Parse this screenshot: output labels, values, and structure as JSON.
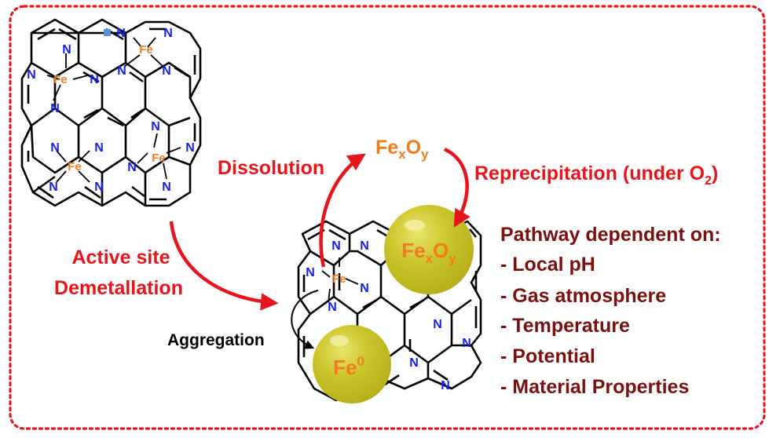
{
  "labels": {
    "dissolution": "Dissolution",
    "reprecipitation": "Reprecipitation (under O",
    "reprecipitation_sub": "2",
    "reprecipitation_close": ")",
    "active_site_1": "Active site",
    "active_site_2": "Demetallation",
    "aggregation": "Aggregation",
    "pathway_title": "Pathway dependent on:"
  },
  "species": {
    "oxide_base_fe": "Fe",
    "oxide_sub_x": "x",
    "oxide_base_o": "O",
    "oxide_sub_y": "y",
    "metal_base": "Fe",
    "metal_sup": "0"
  },
  "pathway_items": [
    "- Local pH",
    "- Gas atmosphere",
    "- Temperature",
    "- Potential",
    "- Material Properties"
  ],
  "atoms": {
    "n": "N",
    "fe": "Fe"
  },
  "colors": {
    "frame": "#e8141c",
    "arrow": "#e8141c",
    "red_text": "#e8141c",
    "dark_red_text": "#7a1010",
    "iron": "#f07d1c",
    "nitrogen": "#1420e6",
    "particle": "#c8c22a"
  }
}
